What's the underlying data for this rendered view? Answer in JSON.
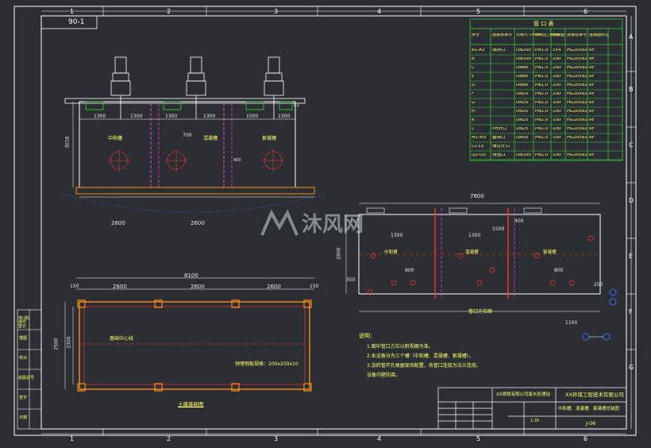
{
  "corner_code": "90-1",
  "grid_top": [
    "1",
    "2",
    "3",
    "4",
    "5",
    "6"
  ],
  "grid_side": [
    "A",
    "B",
    "C",
    "D",
    "E",
    "F",
    "G"
  ],
  "table": {
    "title": "管 口 表",
    "headers": [
      "序号",
      "连接标准号",
      "公称尺寸mm",
      "公称压力MPa",
      "连接面",
      "连接标准号",
      "连接面形式"
    ],
    "rows": [
      [
        "A1-A3",
        "搅拌口",
        "DN200",
        "PN1.0",
        "254",
        "HG20592",
        "RF"
      ],
      [
        "B",
        "",
        "DN100",
        "PN1.0",
        "200",
        "HG20592",
        "RF"
      ],
      [
        "C",
        "",
        "DN80",
        "PN1.0",
        "200",
        "HG20592",
        "RF"
      ],
      [
        "E",
        "",
        "DN80",
        "PN1.0",
        "200",
        "HG20592",
        "RF"
      ],
      [
        "D",
        "",
        "DN80",
        "PN1.0",
        "200",
        "HG20592",
        "RF"
      ],
      [
        "F",
        "",
        "DN25",
        "PN1.0",
        "100",
        "HG20592",
        "RF"
      ],
      [
        "G",
        "",
        "DN25",
        "PN1.0",
        "100",
        "HG20592",
        "RF"
      ],
      [
        "H",
        "",
        "DN25",
        "PN1.0",
        "100",
        "HG20592",
        "RF"
      ],
      [
        "K",
        "",
        "DN25",
        "PN1.0",
        "100",
        "HG20592",
        "RF"
      ],
      [
        "L",
        "PH计口",
        "DN25",
        "PN1.0",
        "100",
        "HG20592",
        "RF"
      ],
      [
        "M1-M3",
        "备用口",
        "DN50",
        "PN1.0",
        "100",
        "HG20592",
        "RF"
      ],
      [
        "L1-L3",
        "液位计口",
        "",
        "",
        "",
        "",
        ""
      ],
      [
        "Q2-Q3",
        "排渣口",
        "DN100",
        "PN1.0",
        "100",
        "HG20592",
        "RF"
      ]
    ]
  },
  "front_view": {
    "dims_top": [
      "1300",
      "1300",
      "1300",
      "1300",
      "1500",
      "1300"
    ],
    "height_dim": "3016",
    "labels": [
      "中和槽",
      "混凝槽",
      "絮凝槽"
    ],
    "dim_700": "700",
    "dim_400": "400",
    "dims_bottom": [
      "2600",
      "2600"
    ],
    "tag": "L1"
  },
  "plan_view": {
    "total": "8100",
    "parts": [
      "2600",
      "2600",
      "2600"
    ],
    "ends": [
      "150",
      "150"
    ],
    "height": "2500",
    "inner": "2300",
    "label": "基础中心线",
    "note": "预埋钢板规格：200x200x10",
    "caption": "土建基础图"
  },
  "side_view": {
    "total": "7800",
    "dims": [
      "1500",
      "400",
      "1300",
      "1300",
      "800",
      "800",
      "1100"
    ],
    "height": "2900",
    "small": [
      "350",
      "250"
    ],
    "caption": "管口方位图",
    "labels": [
      "中和槽",
      "混凝槽",
      "絮凝槽"
    ]
  },
  "notes": {
    "title": "说明：",
    "lines": [
      "1.图中管口方位以俯视图为准。",
      "2.本设备分为三个槽（中和槽、混凝槽、絮凝槽）。",
      "3.加药管开孔根据现场配置，各管口连接为法兰连接。",
      "  设备内壁防腐。"
    ]
  },
  "title_block": {
    "company": "XX环保工程技术有限公司",
    "project": "XX钢铁有限公司废水处理站",
    "drawing": "中和槽、混凝槽、絮凝槽总装图",
    "number": "J-06",
    "scale": "1:35"
  },
  "left_strip": [
    "借(通)用件登记",
    "描图",
    "校对",
    "底图总号",
    "签字",
    "日期"
  ],
  "watermark": "沐风网",
  "colors": {
    "background": "#2b2f33",
    "line": "#ffffff",
    "green": "#3bd13b",
    "yellow": "#ffff66",
    "red": "#ff3333",
    "magenta": "#ff33cc",
    "cyan": "#33d6ff",
    "orange": "#ff8c1a",
    "blue": "#4466ff"
  }
}
